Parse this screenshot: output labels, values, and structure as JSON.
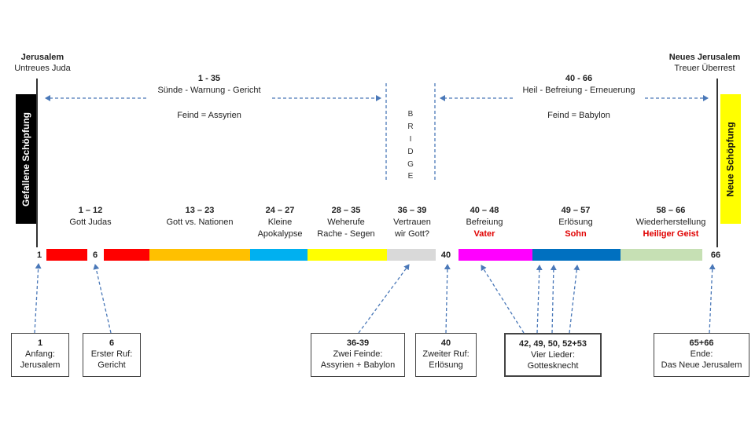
{
  "left_label": {
    "line1": "Jerusalem",
    "line2": "Untreues Juda"
  },
  "right_label": {
    "line1": "Neues Jerusalem",
    "line2": "Treuer Überrest"
  },
  "left_bar_text": "Gefallene Schöpfung",
  "right_bar_text": "Neue Schöpfung",
  "left_section": {
    "range": "1 - 35",
    "subtitle": "Sünde - Warnung - Gericht",
    "enemy": "Feind = Assyrien"
  },
  "right_section": {
    "range": "40 - 66",
    "subtitle": "Heil - Befreiung - Erneuerung",
    "enemy": "Feind = Babylon"
  },
  "bridge_letters": [
    "B",
    "R",
    "I",
    "D",
    "G",
    "E"
  ],
  "colors": {
    "left_bar": "#000000",
    "right_bar": "#ffff00",
    "accent_red": "#e00000",
    "arrow_blue": "#4a78b8"
  },
  "sections": [
    {
      "range": "1 – 12",
      "label1": "Gott Judas",
      "label2": ""
    },
    {
      "range": "13 – 23",
      "label1": "Gott vs. Nationen",
      "label2": ""
    },
    {
      "range": "24 – 27",
      "label1": "Kleine",
      "label2": "Apokalypse"
    },
    {
      "range": "28 – 35",
      "label1": "Weherufe",
      "label2": "Rache - Segen"
    },
    {
      "range": "36 – 39",
      "label1": "Vertrauen",
      "label2": "wir Gott?"
    },
    {
      "range": "40 – 48",
      "label1": "Befreiung",
      "label2": "Vater",
      "label2_red": true
    },
    {
      "range": "49 – 57",
      "label1": "Erlösung",
      "label2": "Sohn",
      "label2_red": true
    },
    {
      "range": "58 – 66",
      "label1": "Wiederherstellung",
      "label2": "Heiliger Geist",
      "label2_red": true
    }
  ],
  "timeline_numbers": {
    "start": "1",
    "six": "6",
    "forty": "40",
    "end": "66"
  },
  "timeline_colors": [
    "#ff0000",
    "#ffc000",
    "#00b0f0",
    "#ffff00",
    "#d9d9d9",
    "#ff00ff",
    "#0070c0",
    "#c6e0b4"
  ],
  "boxes": [
    {
      "title": "1",
      "line1": "Anfang:",
      "line2": "Jerusalem"
    },
    {
      "title": "6",
      "line1": "Erster Ruf:",
      "line2": "Gericht"
    },
    {
      "title": "36-39",
      "line1": "Zwei Feinde:",
      "line2": "Assyrien + Babylon"
    },
    {
      "title": "40",
      "line1": "Zweiter Ruf:",
      "line2": "Erlösung"
    },
    {
      "title": "42, 49, 50, 52+53",
      "line1": "Vier Lieder:",
      "line2": "Gottesknecht"
    },
    {
      "title": "65+66",
      "line1": "Ende:",
      "line2": "Das Neue Jerusalem"
    }
  ]
}
